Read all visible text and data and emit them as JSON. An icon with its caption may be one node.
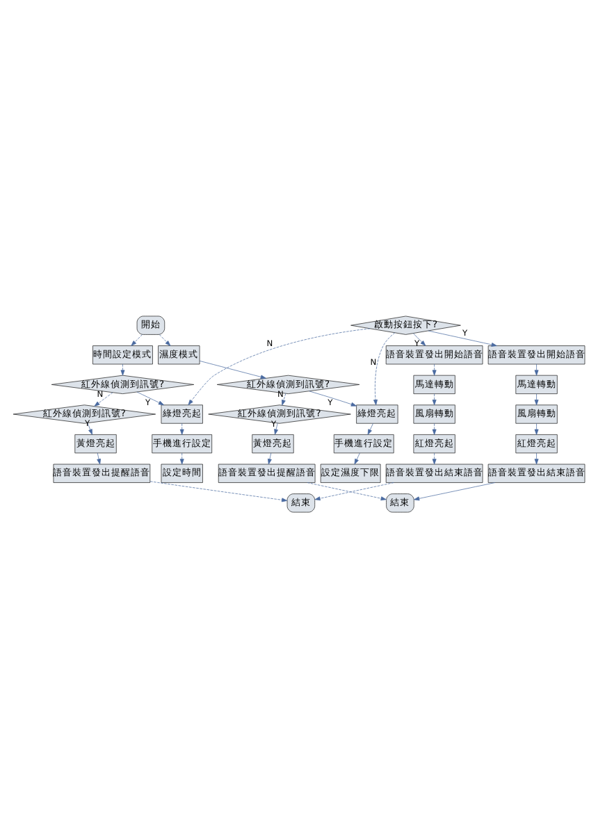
{
  "diagram": {
    "nodes": [
      {
        "text": [
          "開始"
        ]
      },
      {
        "text": [
          "時間設定模式"
        ]
      },
      {
        "text": [
          "濕度模式"
        ]
      },
      {
        "text": [
          "紅外線偵測到訊號?"
        ]
      },
      {
        "text": [
          "紅外線偵測到訊號?"
        ]
      },
      {
        "text": [
          "紅外線偵測到訊號?"
        ]
      },
      {
        "text": [
          "啟動按鈕按下?"
        ]
      },
      {
        "text": [
          "紅外線偵測到訊號?"
        ]
      },
      {
        "text": [
          "綠燈亮起"
        ]
      },
      {
        "text": [
          "綠燈亮起"
        ]
      },
      {
        "text": [
          "黃燈亮起"
        ]
      },
      {
        "text": [
          "黃燈亮起"
        ]
      },
      {
        "text": [
          "手機進行設定"
        ]
      },
      {
        "text": [
          "手機進行設定"
        ]
      },
      {
        "text": [
          "語音裝置發出提醒語音"
        ]
      },
      {
        "text": [
          "語音裝置發出提醒語音"
        ]
      },
      {
        "text": [
          "設定時間"
        ]
      },
      {
        "text": [
          "設定濕度下限"
        ]
      },
      {
        "text": [
          "語音裝置發出開始語音"
        ]
      },
      {
        "text": [
          "語音裝置發出開始語音"
        ]
      },
      {
        "text": [
          "馬達轉動"
        ]
      },
      {
        "text": [
          "馬達轉動"
        ]
      },
      {
        "text": [
          "風扇轉動"
        ]
      },
      {
        "text": [
          "風扇轉動"
        ]
      },
      {
        "text": [
          "紅燈亮起"
        ]
      },
      {
        "text": [
          "紅燈亮起"
        ]
      },
      {
        "text": [
          "語音裝置發出結束語音"
        ]
      },
      {
        "text": [
          "語音裝置發出結束語音"
        ]
      },
      {
        "text": [
          "結束"
        ]
      },
      {
        "text": [
          "結束"
        ]
      }
    ],
    "edges": [
      {
        "from": 0,
        "to": 1,
        "arrow": "to",
        "style": "dashed"
      },
      {
        "from": 0,
        "to": 2,
        "arrow": "to",
        "style": "dashed"
      },
      {
        "from": 1,
        "to": 3,
        "arrow": "to",
        "style": "dashed"
      },
      {
        "from": 2,
        "to": 4,
        "arrow": "to"
      },
      {
        "from": 3,
        "to": 5,
        "label": "N",
        "arrow": "to",
        "style": "dashed"
      },
      {
        "from": 4,
        "to": 7,
        "label": "N",
        "arrow": "to",
        "style": "dashed"
      },
      {
        "from": 3,
        "to": 8,
        "label": "Y",
        "arrow": "to"
      },
      {
        "from": 4,
        "to": 9,
        "label": "Y",
        "arrow": "to"
      },
      {
        "from": 5,
        "to": 10,
        "label": "Y",
        "arrow": "to"
      },
      {
        "from": 7,
        "to": 11,
        "label": "Y",
        "arrow": "to"
      },
      {
        "from": 10,
        "to": 14,
        "arrow": "to"
      },
      {
        "from": 11,
        "to": 15,
        "arrow": "to"
      },
      {
        "from": 8,
        "to": 12,
        "arrow": "to",
        "style": "dashed"
      },
      {
        "from": 9,
        "to": 13,
        "arrow": "to"
      },
      {
        "from": 12,
        "to": 16,
        "arrow": "to",
        "style": "dashed"
      },
      {
        "from": 13,
        "to": 17,
        "arrow": "to"
      },
      {
        "from": 6,
        "to": 8,
        "label": "N",
        "arrow": "to",
        "style": "dashed"
      },
      {
        "from": 6,
        "to": 9,
        "label": "N",
        "arrow": "to",
        "style": "dashed"
      },
      {
        "from": 6,
        "to": 18,
        "label": "Y",
        "arrow": "to"
      },
      {
        "from": 6,
        "to": 19,
        "label": "Y",
        "arrow": "to"
      },
      {
        "from": 18,
        "to": 20,
        "arrow": "to",
        "style": "dashed"
      },
      {
        "from": 19,
        "to": 21,
        "arrow": "to"
      },
      {
        "from": 20,
        "to": 22,
        "arrow": "to",
        "style": "dashed"
      },
      {
        "from": 21,
        "to": 23,
        "arrow": "to"
      },
      {
        "from": 22,
        "to": 24,
        "arrow": "to",
        "style": "dashed"
      },
      {
        "from": 23,
        "to": 25,
        "arrow": "to"
      },
      {
        "from": 24,
        "to": 26,
        "arrow": "to",
        "style": "dashed"
      },
      {
        "from": 25,
        "to": 27,
        "arrow": "to"
      },
      {
        "from": 26,
        "to": 28,
        "arrow": "to",
        "style": "dashed"
      },
      {
        "from": 27,
        "to": 29,
        "arrow": "to"
      },
      {
        "from": 14,
        "to": 28,
        "arrow": "to",
        "style": "dashed"
      },
      {
        "from": 15,
        "to": 29,
        "arrow": "to",
        "style": "dashed"
      }
    ]
  }
}
